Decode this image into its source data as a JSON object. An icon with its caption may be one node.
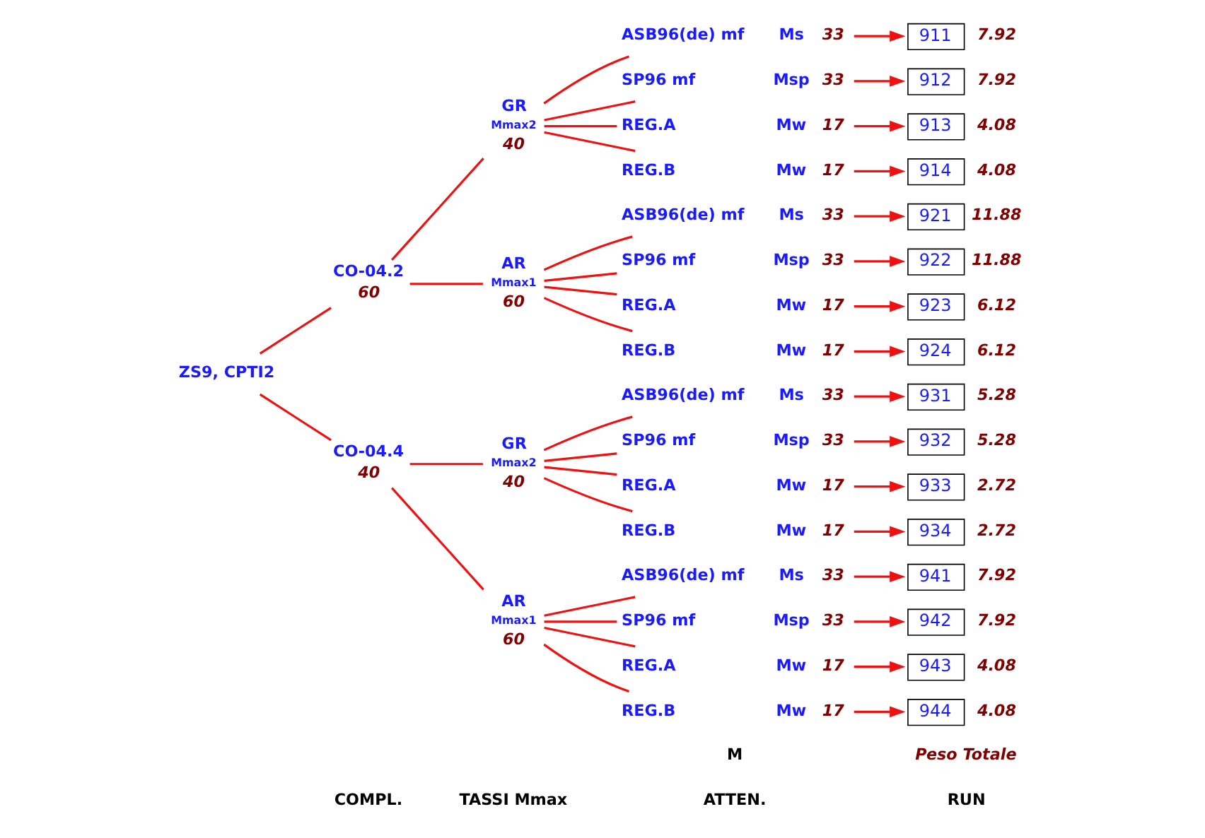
{
  "diagram": {
    "nodes": [
      {
        "text": [
          "ZS9, CPTI2"
        ]
      },
      {
        "text": [
          "CO-04.2"
        ],
        "beside": [
          "60"
        ]
      },
      {
        "text": [
          "CO-04.4"
        ],
        "beside": [
          "40"
        ]
      },
      {
        "text": [
          "GR",
          "Mmax2"
        ],
        "beside": [
          "40"
        ]
      },
      {
        "text": [
          "ASB96(de) mf"
        ],
        "beside": [
          "Ms",
          "33"
        ]
      },
      {
        "text": [
          "911"
        ],
        "beside": [
          "7.92"
        ]
      },
      {
        "text": [
          "SP96 mf"
        ],
        "beside": [
          "Msp",
          "33"
        ]
      },
      {
        "text": [
          "912"
        ],
        "beside": [
          "7.92"
        ]
      },
      {
        "text": [
          "REG.A"
        ],
        "beside": [
          "Mw",
          "17"
        ]
      },
      {
        "text": [
          "913"
        ],
        "beside": [
          "4.08"
        ]
      },
      {
        "text": [
          "REG.B"
        ],
        "beside": [
          "Mw",
          "17"
        ]
      },
      {
        "text": [
          "914"
        ],
        "beside": [
          "4.08"
        ]
      },
      {
        "text": [
          "AR",
          "Mmax1"
        ],
        "beside": [
          "60"
        ]
      },
      {
        "text": [
          "ASB96(de) mf"
        ],
        "beside": [
          "Ms",
          "33"
        ]
      },
      {
        "text": [
          "921"
        ],
        "beside": [
          "11.88"
        ]
      },
      {
        "text": [
          "SP96 mf"
        ],
        "beside": [
          "Msp",
          "33"
        ]
      },
      {
        "text": [
          "922"
        ],
        "beside": [
          "11.88"
        ]
      },
      {
        "text": [
          "REG.A"
        ],
        "beside": [
          "Mw",
          "17"
        ]
      },
      {
        "text": [
          "923"
        ],
        "beside": [
          "6.12"
        ]
      },
      {
        "text": [
          "REG.B"
        ],
        "beside": [
          "Mw",
          "17"
        ]
      },
      {
        "text": [
          "924"
        ],
        "beside": [
          "6.12"
        ]
      },
      {
        "text": [
          "GR",
          "Mmax2"
        ],
        "beside": [
          "40"
        ]
      },
      {
        "text": [
          "ASB96(de) mf"
        ],
        "beside": [
          "Ms",
          "33"
        ]
      },
      {
        "text": [
          "931"
        ],
        "beside": [
          "5.28"
        ]
      },
      {
        "text": [
          "SP96 mf"
        ],
        "beside": [
          "Msp",
          "33"
        ]
      },
      {
        "text": [
          "932"
        ],
        "beside": [
          "5.28"
        ]
      },
      {
        "text": [
          "REG.A"
        ],
        "beside": [
          "Mw",
          "17"
        ]
      },
      {
        "text": [
          "933"
        ],
        "beside": [
          "2.72"
        ]
      },
      {
        "text": [
          "REG.B"
        ],
        "beside": [
          "Mw",
          "17"
        ]
      },
      {
        "text": [
          "934"
        ],
        "beside": [
          "2.72"
        ]
      },
      {
        "text": [
          "AR",
          "Mmax1"
        ],
        "beside": [
          "60"
        ]
      },
      {
        "text": [
          "ASB96(de) mf"
        ],
        "beside": [
          "Ms",
          "33"
        ]
      },
      {
        "text": [
          "941"
        ],
        "beside": [
          "7.92"
        ]
      },
      {
        "text": [
          "SP96 mf"
        ],
        "beside": [
          "Msp",
          "33"
        ]
      },
      {
        "text": [
          "942"
        ],
        "beside": [
          "7.92"
        ]
      },
      {
        "text": [
          "REG.A"
        ],
        "beside": [
          "Mw",
          "17"
        ]
      },
      {
        "text": [
          "943"
        ],
        "beside": [
          "4.08"
        ]
      },
      {
        "text": [
          "REG.B"
        ],
        "beside": [
          "Mw",
          "17"
        ]
      },
      {
        "text": [
          "944"
        ],
        "beside": [
          "4.08"
        ]
      }
    ],
    "edges": [
      {
        "from": 0,
        "to": 1,
        "arrow": "none"
      },
      {
        "from": 0,
        "to": 2,
        "arrow": "none"
      },
      {
        "from": 1,
        "to": 3,
        "arrow": "none"
      },
      {
        "from": 1,
        "to": 12,
        "arrow": "none"
      },
      {
        "from": 2,
        "to": 21,
        "arrow": "none"
      },
      {
        "from": 2,
        "to": 30,
        "arrow": "none"
      },
      {
        "from": 3,
        "to": 4,
        "arrow": "none"
      },
      {
        "from": 3,
        "to": 6,
        "arrow": "none"
      },
      {
        "from": 3,
        "to": 8,
        "arrow": "none"
      },
      {
        "from": 3,
        "to": 10,
        "arrow": "none"
      },
      {
        "from": 12,
        "to": 13,
        "arrow": "none"
      },
      {
        "from": 12,
        "to": 15,
        "arrow": "none"
      },
      {
        "from": 12,
        "to": 17,
        "arrow": "none"
      },
      {
        "from": 12,
        "to": 19,
        "arrow": "none"
      },
      {
        "from": 21,
        "to": 22,
        "arrow": "none"
      },
      {
        "from": 21,
        "to": 24,
        "arrow": "none"
      },
      {
        "from": 21,
        "to": 26,
        "arrow": "none"
      },
      {
        "from": 21,
        "to": 28,
        "arrow": "none"
      },
      {
        "from": 30,
        "to": 31,
        "arrow": "none"
      },
      {
        "from": 30,
        "to": 33,
        "arrow": "none"
      },
      {
        "from": 30,
        "to": 35,
        "arrow": "none"
      },
      {
        "from": 30,
        "to": 37,
        "arrow": "none"
      },
      {
        "from": 4,
        "to": 5,
        "arrow": "to"
      },
      {
        "from": 6,
        "to": 7,
        "arrow": "to"
      },
      {
        "from": 8,
        "to": 9,
        "arrow": "to"
      },
      {
        "from": 10,
        "to": 11,
        "arrow": "to"
      },
      {
        "from": 13,
        "to": 14,
        "arrow": "to"
      },
      {
        "from": 15,
        "to": 16,
        "arrow": "to"
      },
      {
        "from": 17,
        "to": 18,
        "arrow": "to"
      },
      {
        "from": 19,
        "to": 20,
        "arrow": "to"
      },
      {
        "from": 22,
        "to": 23,
        "arrow": "to"
      },
      {
        "from": 24,
        "to": 25,
        "arrow": "to"
      },
      {
        "from": 26,
        "to": 27,
        "arrow": "to"
      },
      {
        "from": 28,
        "to": 29,
        "arrow": "to"
      },
      {
        "from": 31,
        "to": 32,
        "arrow": "to"
      },
      {
        "from": 33,
        "to": 34,
        "arrow": "to"
      },
      {
        "from": 35,
        "to": 36,
        "arrow": "to"
      },
      {
        "from": 37,
        "to": 38,
        "arrow": "to"
      }
    ],
    "labels": [
      "COMPL.",
      "TASSI Mmax",
      "ATTEN.",
      "M",
      "RUN",
      "Peso Totale"
    ]
  }
}
